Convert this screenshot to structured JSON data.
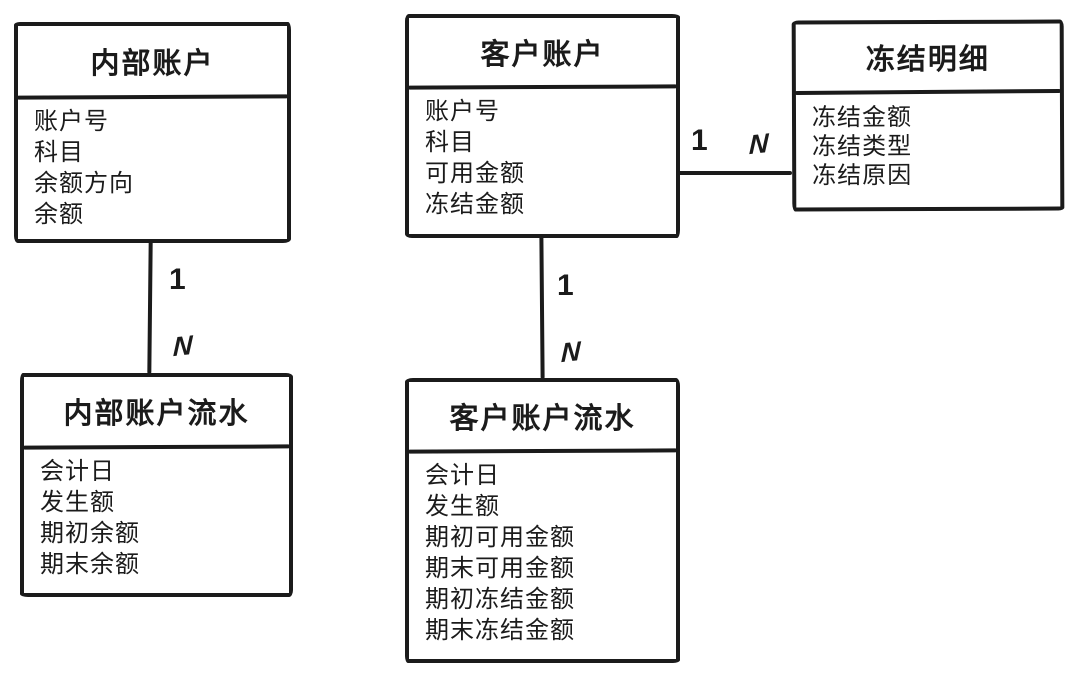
{
  "diagram": {
    "background_color": "#ffffff",
    "stroke_color": "#1b1b1b",
    "entities": [
      {
        "id": "internal-account",
        "title": "内部账户",
        "fields": [
          "账户号",
          "科目",
          "余额方向",
          "余额"
        ]
      },
      {
        "id": "customer-account",
        "title": "客户账户",
        "fields": [
          "账户号",
          "科目",
          "可用金额",
          "冻结金额"
        ]
      },
      {
        "id": "freeze-detail",
        "title": "冻结明细",
        "fields": [
          "冻结金额",
          "冻结类型",
          "冻结原因"
        ]
      },
      {
        "id": "internal-account-flow",
        "title": "内部账户流水",
        "fields": [
          "会计日",
          "发生额",
          "期初余额",
          "期末余额"
        ]
      },
      {
        "id": "customer-account-flow",
        "title": "客户账户流水",
        "fields": [
          "会计日",
          "发生额",
          "期初可用金额",
          "期末可用金额",
          "期初冻结金额",
          "期末冻结金额"
        ]
      }
    ],
    "relationships": [
      {
        "from": "内部账户",
        "to": "内部账户流水",
        "from_label": "1",
        "to_label": "N",
        "orientation": "vertical"
      },
      {
        "from": "客户账户",
        "to": "客户账户流水",
        "from_label": "1",
        "to_label": "N",
        "orientation": "vertical"
      },
      {
        "from": "客户账户",
        "to": "冻结明细",
        "from_label": "1",
        "to_label": "N",
        "orientation": "horizontal"
      }
    ]
  }
}
